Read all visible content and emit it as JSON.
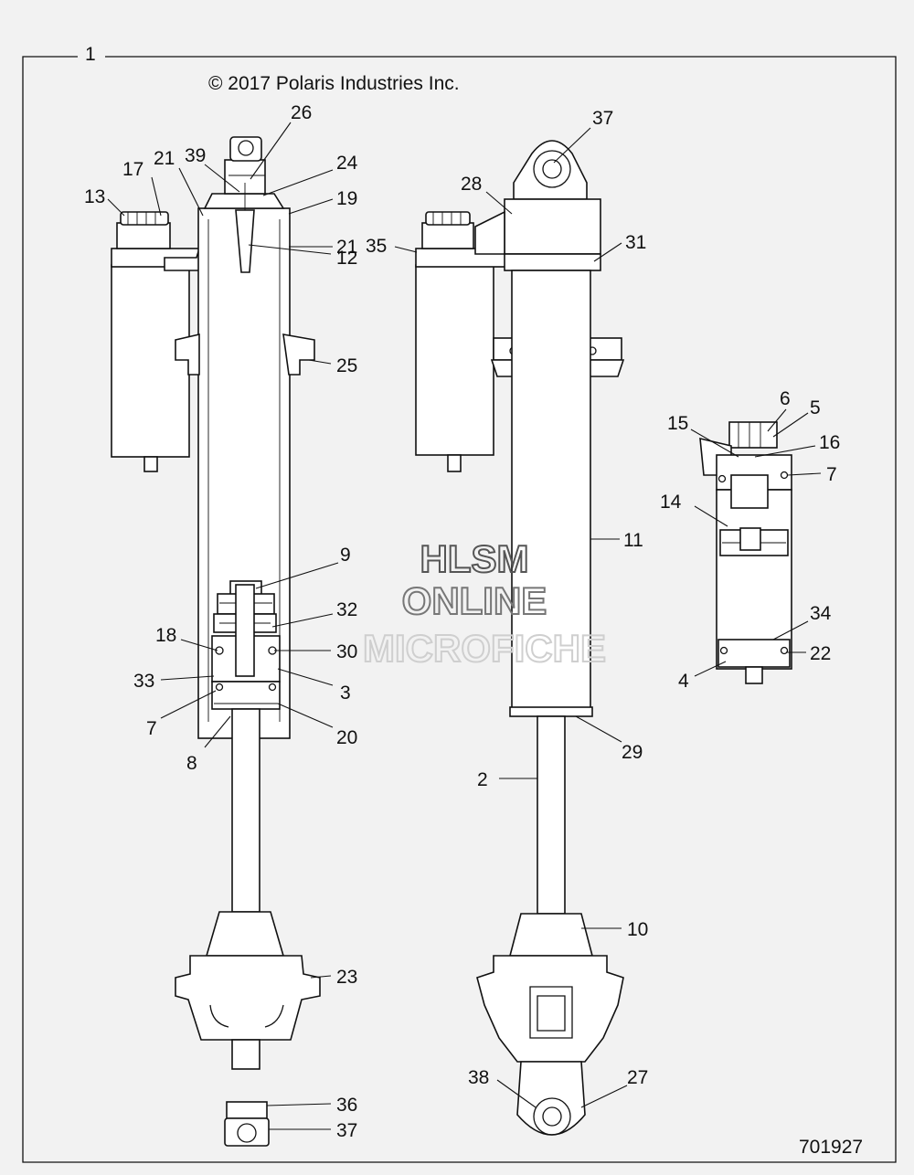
{
  "copyright": "© 2017 Polaris Industries Inc.",
  "figure_number": "701927",
  "frame_label": "1",
  "watermark": {
    "line1": "HLSM",
    "line2": "ONLINE",
    "line3": "MICROFICHE"
  },
  "callouts": {
    "c26": "26",
    "c17": "17",
    "c21a": "21",
    "c39": "39",
    "c24": "24",
    "c13": "13",
    "c19": "19",
    "c21b": "21",
    "c12": "12",
    "c25": "25",
    "c9": "9",
    "c32": "32",
    "c18": "18",
    "c30": "30",
    "c33": "33",
    "c3": "3",
    "c7a": "7",
    "c20": "20",
    "c8": "8",
    "c23": "23",
    "c36": "36",
    "c37a": "37",
    "c37b": "37",
    "c28": "28",
    "c31": "31",
    "c35": "35",
    "c11": "11",
    "c29": "29",
    "c2": "2",
    "c10": "10",
    "c38": "38",
    "c27": "27",
    "c6": "6",
    "c5": "5",
    "c15": "15",
    "c16": "16",
    "c7b": "7",
    "c14": "14",
    "c34": "34",
    "c22": "22",
    "c4": "4"
  }
}
